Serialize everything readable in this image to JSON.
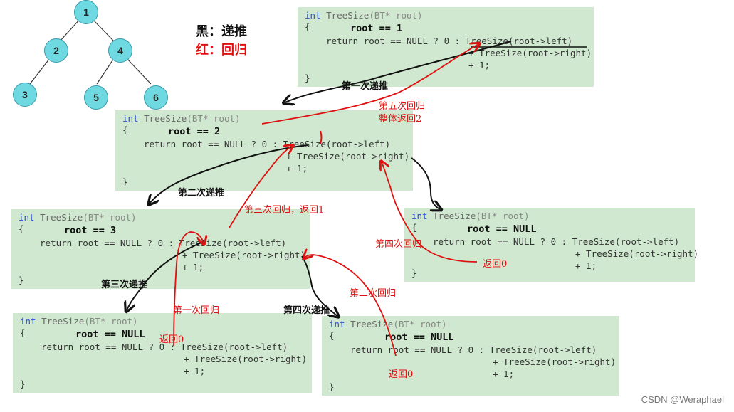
{
  "tree": {
    "nodes": [
      "1",
      "2",
      "4",
      "3",
      "5",
      "6"
    ]
  },
  "legend": {
    "black": "黑：递推",
    "red": "红：回归"
  },
  "code": {
    "signature_int": "int",
    "signature_fn": "TreeSize",
    "signature_args": "(BT* root)",
    "open_brace": "{",
    "close_brace": "}",
    "return_prefix": "return root == NULL ? 0 : TreeSize(root->left)",
    "right_line": "+ TreeSize(root->right)",
    "plus_one": "+ 1;"
  },
  "frames": [
    {
      "root_label": "root == 1"
    },
    {
      "root_label": "root == 2"
    },
    {
      "root_label": "root == 3"
    },
    {
      "root_label": "root == NULL"
    },
    {
      "root_label": "root == NULL"
    },
    {
      "root_label": "root == NULL"
    }
  ],
  "annotations": {
    "first_push": "第一次递推",
    "fifth_return_a": "第五次回归",
    "fifth_return_b": "整体返回2",
    "second_push": "第二次递推",
    "third_return": "第三次回归，返回1",
    "fourth_return": "第四次回归",
    "return0_right": "返回0",
    "third_push": "第三次递推",
    "first_return": "第一次回归",
    "fourth_push": "第四次递推",
    "second_return": "第二次回归",
    "return0_bl": "返回0",
    "return0_bm": "返回0"
  },
  "watermark": "CSDN @Weraphael",
  "colors": {
    "box_bg": "#cfe8cf",
    "node_fill": "#6fd9e2",
    "red": "#e01010",
    "black": "#111111"
  }
}
